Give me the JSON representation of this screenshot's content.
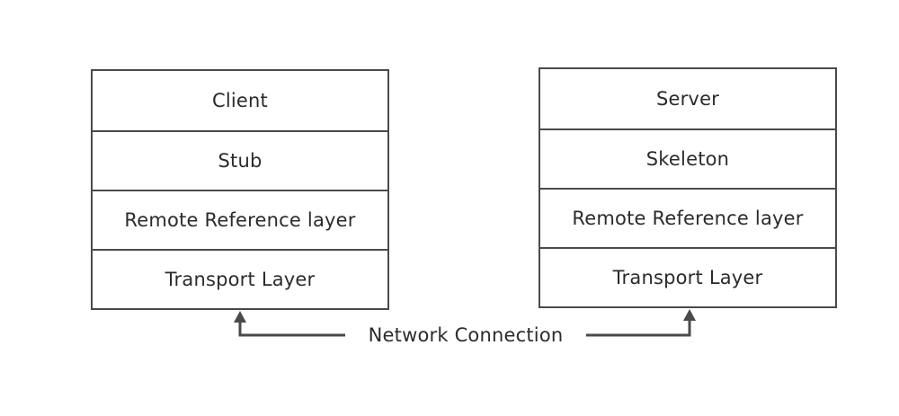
{
  "client_stack": {
    "layers": [
      "Client",
      "Stub",
      "Remote Reference layer",
      "Transport Layer"
    ]
  },
  "server_stack": {
    "layers": [
      "Server",
      "Skeleton",
      "Remote Reference layer",
      "Transport Layer"
    ]
  },
  "connection": {
    "label": "Network Connection"
  },
  "colors": {
    "line": "#4a4a4a",
    "text": "#2b2b2b",
    "background": "#ffffff"
  }
}
